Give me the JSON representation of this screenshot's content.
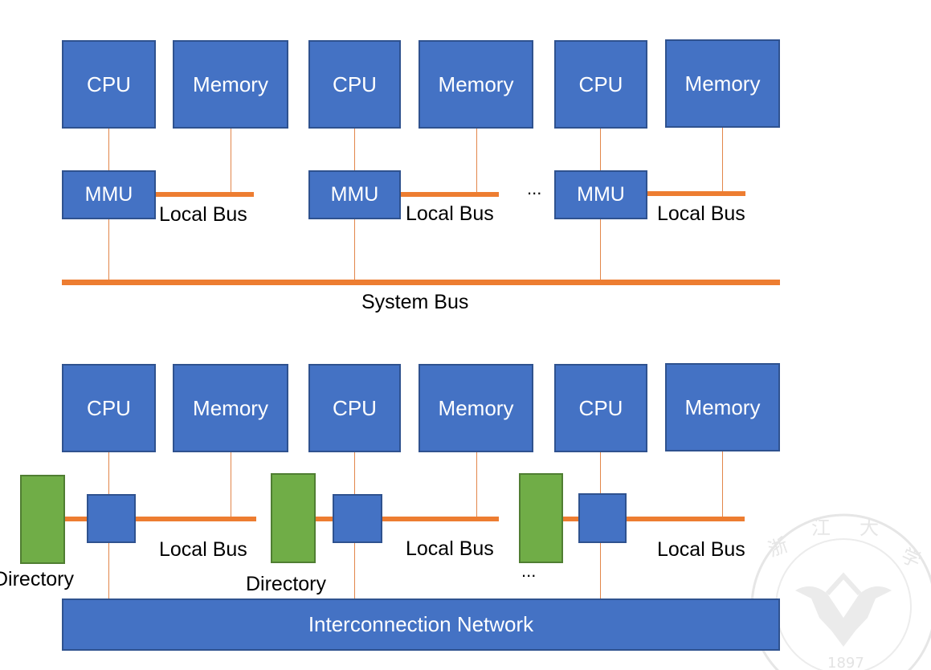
{
  "top": {
    "nodes": [
      {
        "cpu": "CPU",
        "memory": "Memory",
        "mmu": "MMU",
        "bus": "Local Bus"
      },
      {
        "cpu": "CPU",
        "memory": "Memory",
        "mmu": "MMU",
        "bus": "Local Bus"
      },
      {
        "cpu": "CPU",
        "memory": "Memory",
        "mmu": "MMU",
        "bus": "Local Bus"
      }
    ],
    "ellipsis": "...",
    "system_bus": "System Bus"
  },
  "bottom": {
    "nodes": [
      {
        "cpu": "CPU",
        "memory": "Memory",
        "bus": "Local Bus",
        "directory": "Directory"
      },
      {
        "cpu": "CPU",
        "memory": "Memory",
        "bus": "Local Bus",
        "directory": "Directory"
      },
      {
        "cpu": "CPU",
        "memory": "Memory",
        "bus": "Local Bus"
      }
    ],
    "ellipsis": "...",
    "network": "Interconnection Network"
  },
  "colors": {
    "node_fill": "#4472C4",
    "directory_fill": "#70AD47",
    "bus": "#ED7D31"
  },
  "watermark": {
    "icon": "university-seal-icon",
    "year": "1897"
  }
}
